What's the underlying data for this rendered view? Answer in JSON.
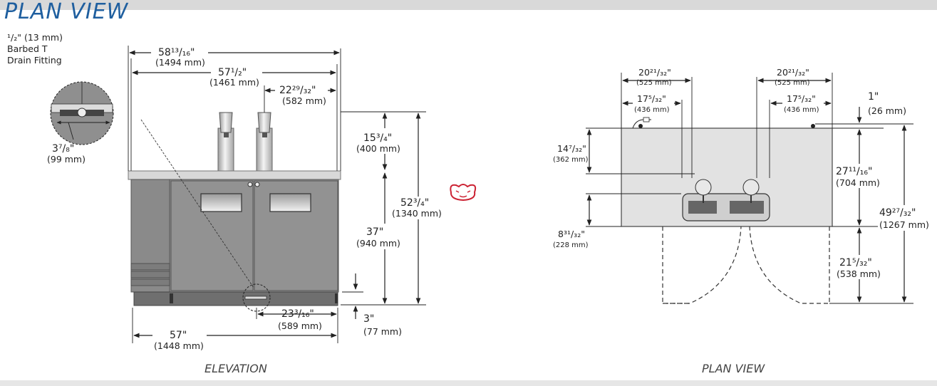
{
  "page_title": "PLAN VIEW",
  "captions": {
    "elevation": "ELEVATION",
    "plan": "PLAN VIEW"
  },
  "drain_fitting": {
    "size": "¹/₂\" (13 mm)",
    "line1": "Barbed T",
    "line2": "Drain Fitting",
    "detail_dim": "3⁷/₈\"",
    "detail_mm": "(99 mm)"
  },
  "elevation_dims": {
    "overall_width": "58¹³/₁₆\"",
    "overall_width_mm": "(1494 mm)",
    "top_width": "57¹/₂\"",
    "top_width_mm": "(1461 mm)",
    "tower_offset": "22²⁹/₃₂\"",
    "tower_offset_mm": "(582 mm)",
    "tower_height": "15³/₄\"",
    "tower_height_mm": "(400 mm)",
    "overall_height": "52³/₄\"",
    "overall_height_mm": "(1340 mm)",
    "cabinet_height": "37\"",
    "cabinet_height_mm": "(940 mm)",
    "drain_offset": "23³/₁₆\"",
    "drain_offset_mm": "(589 mm)",
    "leg_height": "3\"",
    "leg_height_mm": "(77 mm)",
    "base_width": "57\"",
    "base_width_mm": "(1448 mm)"
  },
  "plan_dims": {
    "left_outer": "20²¹/₃₂\"",
    "left_outer_mm": "(525 mm)",
    "right_outer": "20²¹/₃₂\"",
    "right_outer_mm": "(525 mm)",
    "left_inner": "17⁵/₃₂\"",
    "left_inner_mm": "(436 mm)",
    "right_inner": "17⁵/₃₂\"",
    "right_inner_mm": "(436 mm)",
    "rear_clear": "1\"",
    "rear_clear_mm": "(26 mm)",
    "tap_depth": "14⁷/₃₂\"",
    "tap_depth_mm": "(362 mm)",
    "depth": "27¹¹/₁₆\"",
    "depth_mm": "(704 mm)",
    "overall_depth": "49²⁷/₃₂\"",
    "overall_depth_mm": "(1267 mm)",
    "front_drain": "8³¹/₃₂\"",
    "front_drain_mm": "(228 mm)",
    "door_swing": "21⁵/₃₂\"",
    "door_swing_mm": "(538 mm)"
  },
  "colors": {
    "title_blue": "#1f5f9f",
    "cabinet_gray": "#8f8f8f",
    "plan_gray": "#e2e2e2",
    "logo_red": "#cc2233"
  }
}
